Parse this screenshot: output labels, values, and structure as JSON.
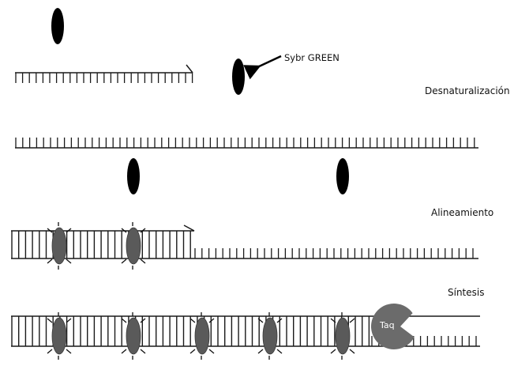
{
  "labels": {
    "sybr": "Sybr GREEN",
    "stage1": "Desnaturalización",
    "stage2": "Alineamiento",
    "stage3": "Síntesis",
    "enzyme": "Taq"
  },
  "colors": {
    "strand": "#1a1a1a",
    "free_dye": "#000000",
    "bound_dye": "#5a5a5a",
    "taq": "#6b6b6b",
    "background": "#ffffff"
  },
  "icons": {
    "free_dye": "black-ellipse",
    "bound_dye": "gray-ellipse-with-glow-rays",
    "enzyme": "pacman-shaped-polymerase",
    "pointer": "arrow-left"
  }
}
